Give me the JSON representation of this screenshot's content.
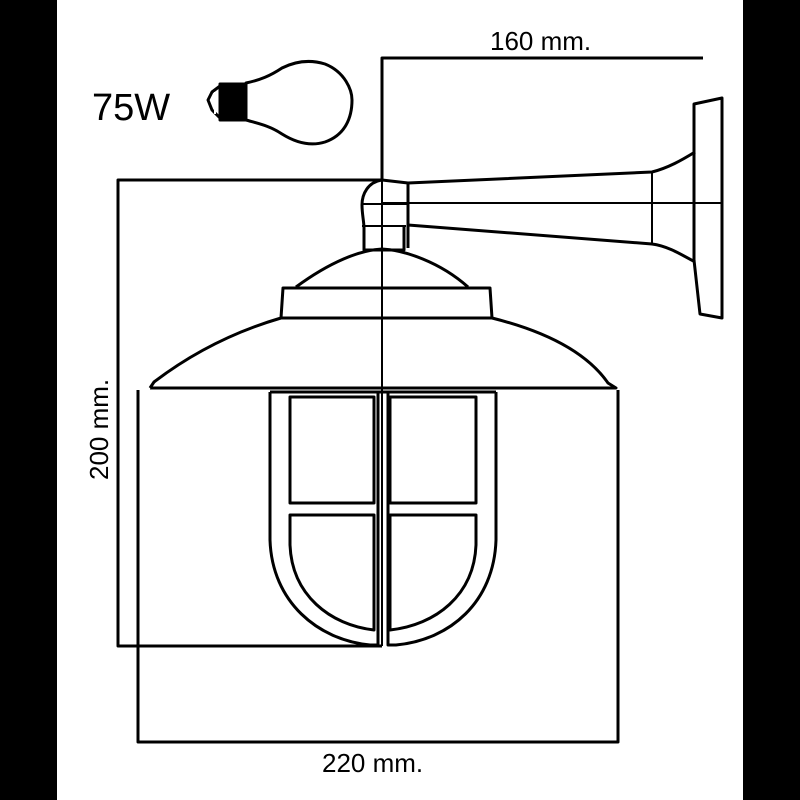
{
  "diagram": {
    "wattage_label": "75W",
    "width_label": "220 mm.",
    "height_label": "200 mm.",
    "projection_label": "160 mm.",
    "colors": {
      "line": "#000000",
      "background": "#ffffff",
      "border": "#000000"
    }
  }
}
